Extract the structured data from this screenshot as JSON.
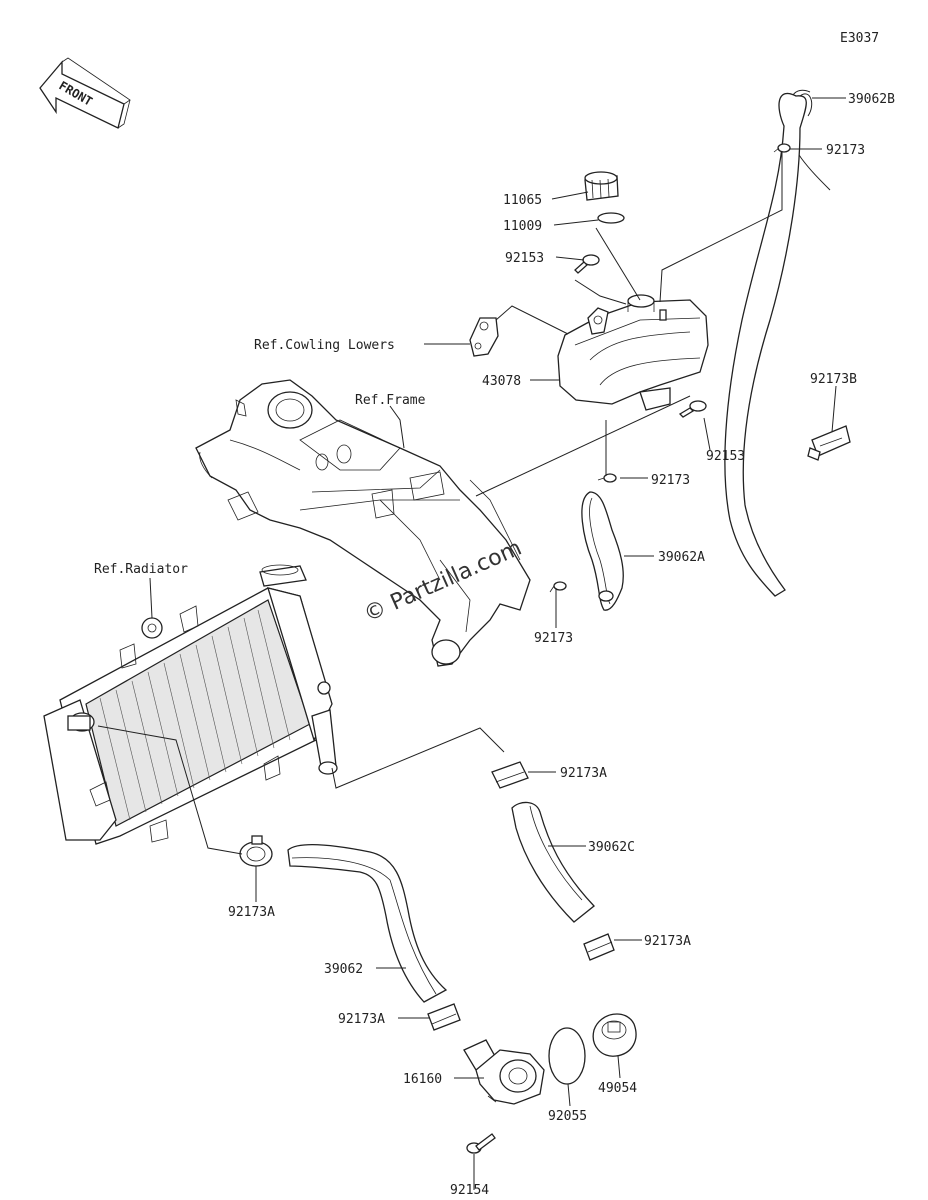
{
  "diagram_code": "E3037",
  "front_arrow_label": "FRONT",
  "watermark": "© Partzilla.com",
  "labels": {
    "p39062B": "39062B",
    "p92173_top": "92173",
    "p11065": "11065",
    "p11009": "11009",
    "p92153_a": "92153",
    "ref_cowling": "Ref.Cowling Lowers",
    "p43078": "43078",
    "ref_frame": "Ref.Frame",
    "p92173B": "92173B",
    "p92153_b": "92153",
    "p92173_mid": "92173",
    "p39062A": "39062A",
    "p92173_low": "92173",
    "ref_radiator": "Ref.Radiator",
    "p92173A_1": "92173A",
    "p39062C": "39062C",
    "p92173A_2": "92173A",
    "p92173A_3": "92173A",
    "p39062": "39062",
    "p92173A_4": "92173A",
    "p16160": "16160",
    "p49054": "49054",
    "p92055": "92055",
    "p92154": "92154"
  }
}
